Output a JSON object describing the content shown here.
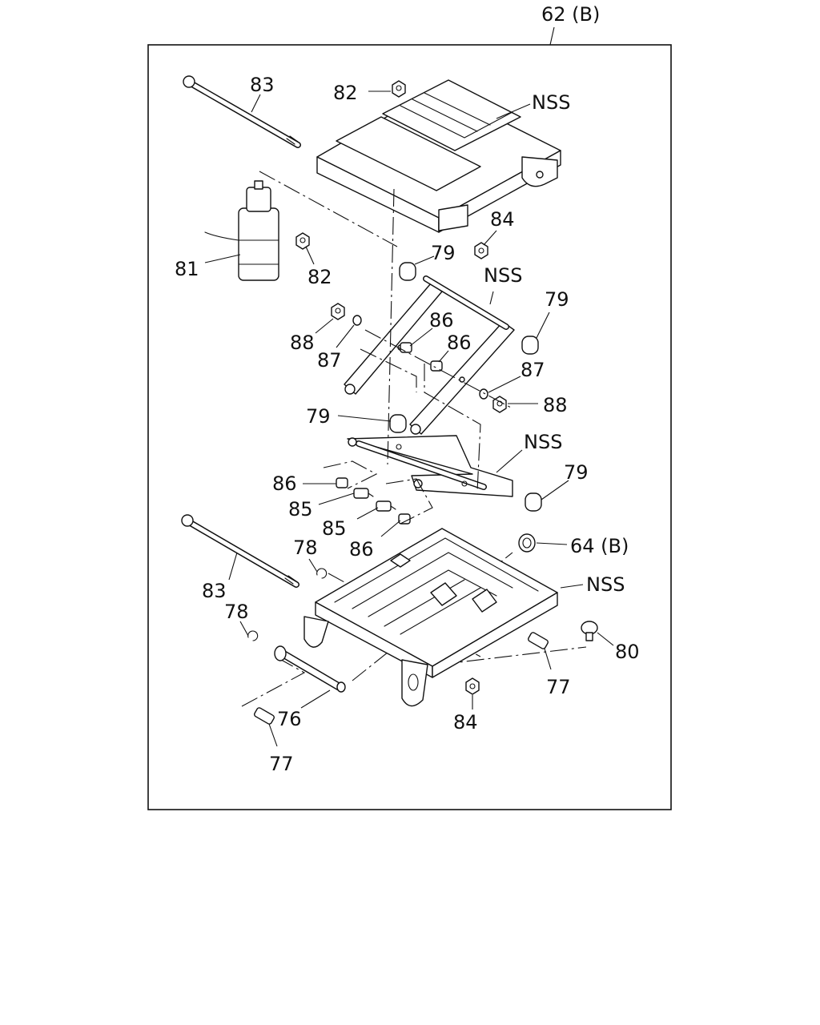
{
  "diagram": {
    "group_label": "62 (B)",
    "callouts": {
      "c83_top": "83",
      "c82_top": "82",
      "c_nss_top": "NSS",
      "c84_top": "84",
      "c81": "81",
      "c82_mid": "82",
      "c79_a": "79",
      "c_nss_mid": "NSS",
      "c79_b": "79",
      "c88_a": "88",
      "c87_a": "87",
      "c86_a": "86",
      "c86_b": "86",
      "c87_b": "87",
      "c88_b": "88",
      "c79_c": "79",
      "c_nss_low": "NSS",
      "c79_d": "79",
      "c86_c": "86",
      "c85_a": "85",
      "c85_b": "85",
      "c86_d": "86",
      "c78_a": "78",
      "c64b": "64 (B)",
      "c83_bottom": "83",
      "c_nss_base": "NSS",
      "c78_b": "78",
      "c80": "80",
      "c77_a": "77",
      "c76": "76",
      "c84_bottom": "84",
      "c77_b": "77"
    }
  }
}
